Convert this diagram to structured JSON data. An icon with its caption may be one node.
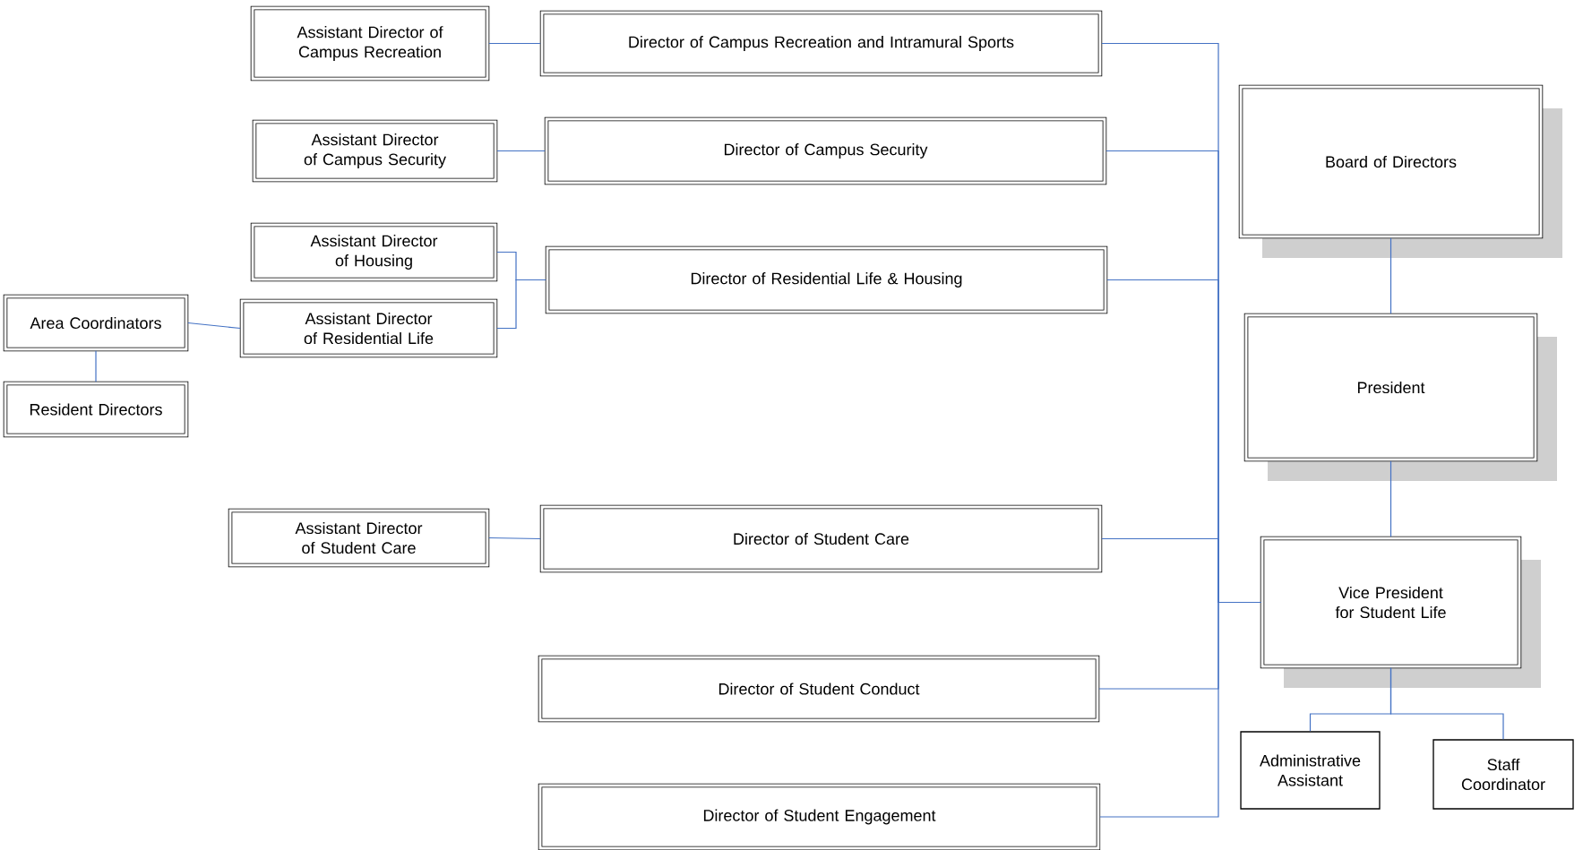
{
  "diagram": {
    "nodes": [
      {
        "text": [
          "Assistant Director of Campus Recreation"
        ]
      },
      {
        "text": [
          "Director of Campus Recreation and Intramural Sports"
        ]
      },
      {
        "text": [
          "Assistant Director of Campus Security"
        ]
      },
      {
        "text": [
          "Director of Campus Security"
        ]
      },
      {
        "text": [
          "Assistant Director of Housing"
        ]
      },
      {
        "text": [
          "Director of Residential Life & Housing"
        ]
      },
      {
        "text": [
          "Area Coordinators"
        ]
      },
      {
        "text": [
          "Assistant Director of Residential Life"
        ]
      },
      {
        "text": [
          "Resident Directors"
        ]
      },
      {
        "text": [
          "Assistant Director of Student Care"
        ]
      },
      {
        "text": [
          "Director of Student Care"
        ]
      },
      {
        "text": [
          "Director of Student Conduct"
        ]
      },
      {
        "text": [
          "Director of Student Engagement"
        ]
      },
      {
        "text": [
          "Board of Directors"
        ]
      },
      {
        "text": [
          "President"
        ]
      },
      {
        "text": [
          "Vice President for Student Life"
        ]
      },
      {
        "text": [
          "Administrative Assistant"
        ]
      },
      {
        "text": [
          "Staff Coordinator"
        ]
      }
    ],
    "edges": [
      {
        "from": 0,
        "to": 1,
        "arrow": "none"
      },
      {
        "from": 2,
        "to": 3,
        "arrow": "none"
      },
      {
        "from": 4,
        "to": 5,
        "arrow": "none"
      },
      {
        "from": 7,
        "to": 5,
        "arrow": "none"
      },
      {
        "from": 6,
        "to": 7,
        "arrow": "none"
      },
      {
        "from": 6,
        "to": 8,
        "arrow": "none"
      },
      {
        "from": 9,
        "to": 10,
        "arrow": "none"
      },
      {
        "from": 13,
        "to": 14,
        "arrow": "none"
      },
      {
        "from": 14,
        "to": 15,
        "arrow": "none"
      },
      {
        "from": 15,
        "to": 1,
        "arrow": "none"
      },
      {
        "from": 15,
        "to": 3,
        "arrow": "none"
      },
      {
        "from": 15,
        "to": 5,
        "arrow": "none"
      },
      {
        "from": 15,
        "to": 10,
        "arrow": "none"
      },
      {
        "from": 15,
        "to": 11,
        "arrow": "none"
      },
      {
        "from": 15,
        "to": 12,
        "arrow": "none"
      },
      {
        "from": 15,
        "to": 16,
        "arrow": "none"
      },
      {
        "from": 15,
        "to": 17,
        "arrow": "none"
      }
    ]
  }
}
